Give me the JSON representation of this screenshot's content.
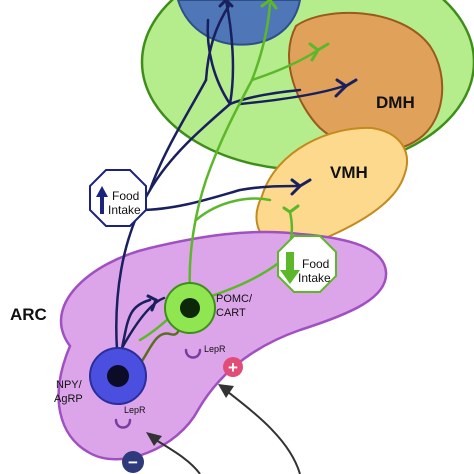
{
  "regions": {
    "dmh": "DMH",
    "vmh": "VMH",
    "arc": "ARC"
  },
  "neurons": {
    "npy_line1": "NPY/",
    "npy_line2": "AgRP",
    "pomc_line1": "POMC/",
    "pomc_line2": "CART",
    "receptor_npy": "LepR",
    "receptor_pomc": "LepR"
  },
  "food_intake_up": {
    "line1": "Food",
    "line2": "Intake",
    "direction": "up",
    "color": "#1a237e"
  },
  "food_intake_down": {
    "line1": "Food",
    "line2": "Intake",
    "direction": "down",
    "color": "#5cb82a"
  },
  "signals": {
    "plus": "+",
    "minus": "−"
  },
  "colors": {
    "hypothalamus_green": "#b5ec8c",
    "dmh_orange": "#e0a25a",
    "vmh_yellow": "#fcd98c",
    "arc_purple": "#dca5ea",
    "npy_neuron": "#4a4fe0",
    "pomc_neuron": "#8fe650",
    "npy_axon": "#1a1f5e",
    "pomc_axon": "#5cb82a"
  }
}
